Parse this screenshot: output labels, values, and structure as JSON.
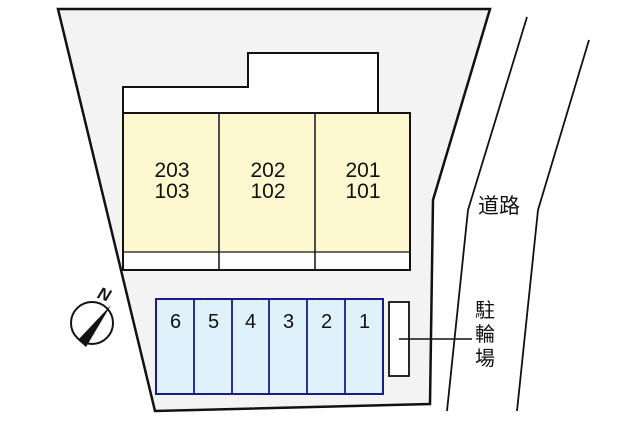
{
  "map": {
    "colors": {
      "lot_fill": "#f3f3f3",
      "unit_fill": "#fdf8cf",
      "parking_fill": "#dff2fc",
      "parking_stroke": "#1a1a8c",
      "line": "#111111"
    },
    "units": [
      {
        "upper": "203",
        "lower": "103"
      },
      {
        "upper": "202",
        "lower": "102"
      },
      {
        "upper": "201",
        "lower": "101"
      }
    ],
    "parking_spaces": [
      "6",
      "5",
      "4",
      "3",
      "2",
      "1"
    ],
    "road_label": "道路",
    "bicycle_parking_label": [
      "駐",
      "輪",
      "場"
    ],
    "north_label": "N"
  }
}
